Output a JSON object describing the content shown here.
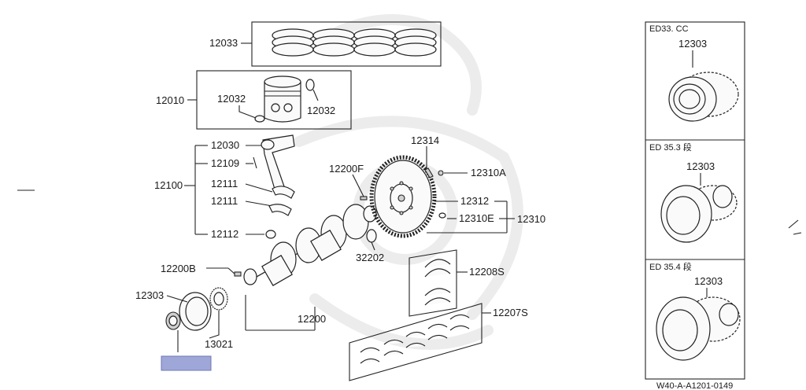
{
  "labels": {
    "l12033": "12033",
    "l12010": "12010",
    "l12032a": "12032",
    "l12032b": "12032",
    "l12030": "12030",
    "l12109": "12109",
    "l12100": "12100",
    "l12111a": "12111",
    "l12111b": "12111",
    "l12112": "12112",
    "l12200F": "12200F",
    "l12314": "12314",
    "l12310A": "12310A",
    "l12312": "12312",
    "l12310E": "12310E",
    "l12310": "12310",
    "l32202": "32202",
    "l12200B": "12200B",
    "l12303": "12303",
    "l13021": "13021",
    "l12200": "12200",
    "l12208S": "12208S",
    "l12207S": "12207S"
  },
  "variants": [
    {
      "header": "ED33. CC",
      "part": "12303"
    },
    {
      "header": "ED 35.3 段",
      "part": "12303"
    },
    {
      "header": "ED 35.4 段",
      "part": "12303"
    }
  ],
  "footer_code": "W40-A-A1201-0149",
  "highlight_color": "#9fa6d8"
}
